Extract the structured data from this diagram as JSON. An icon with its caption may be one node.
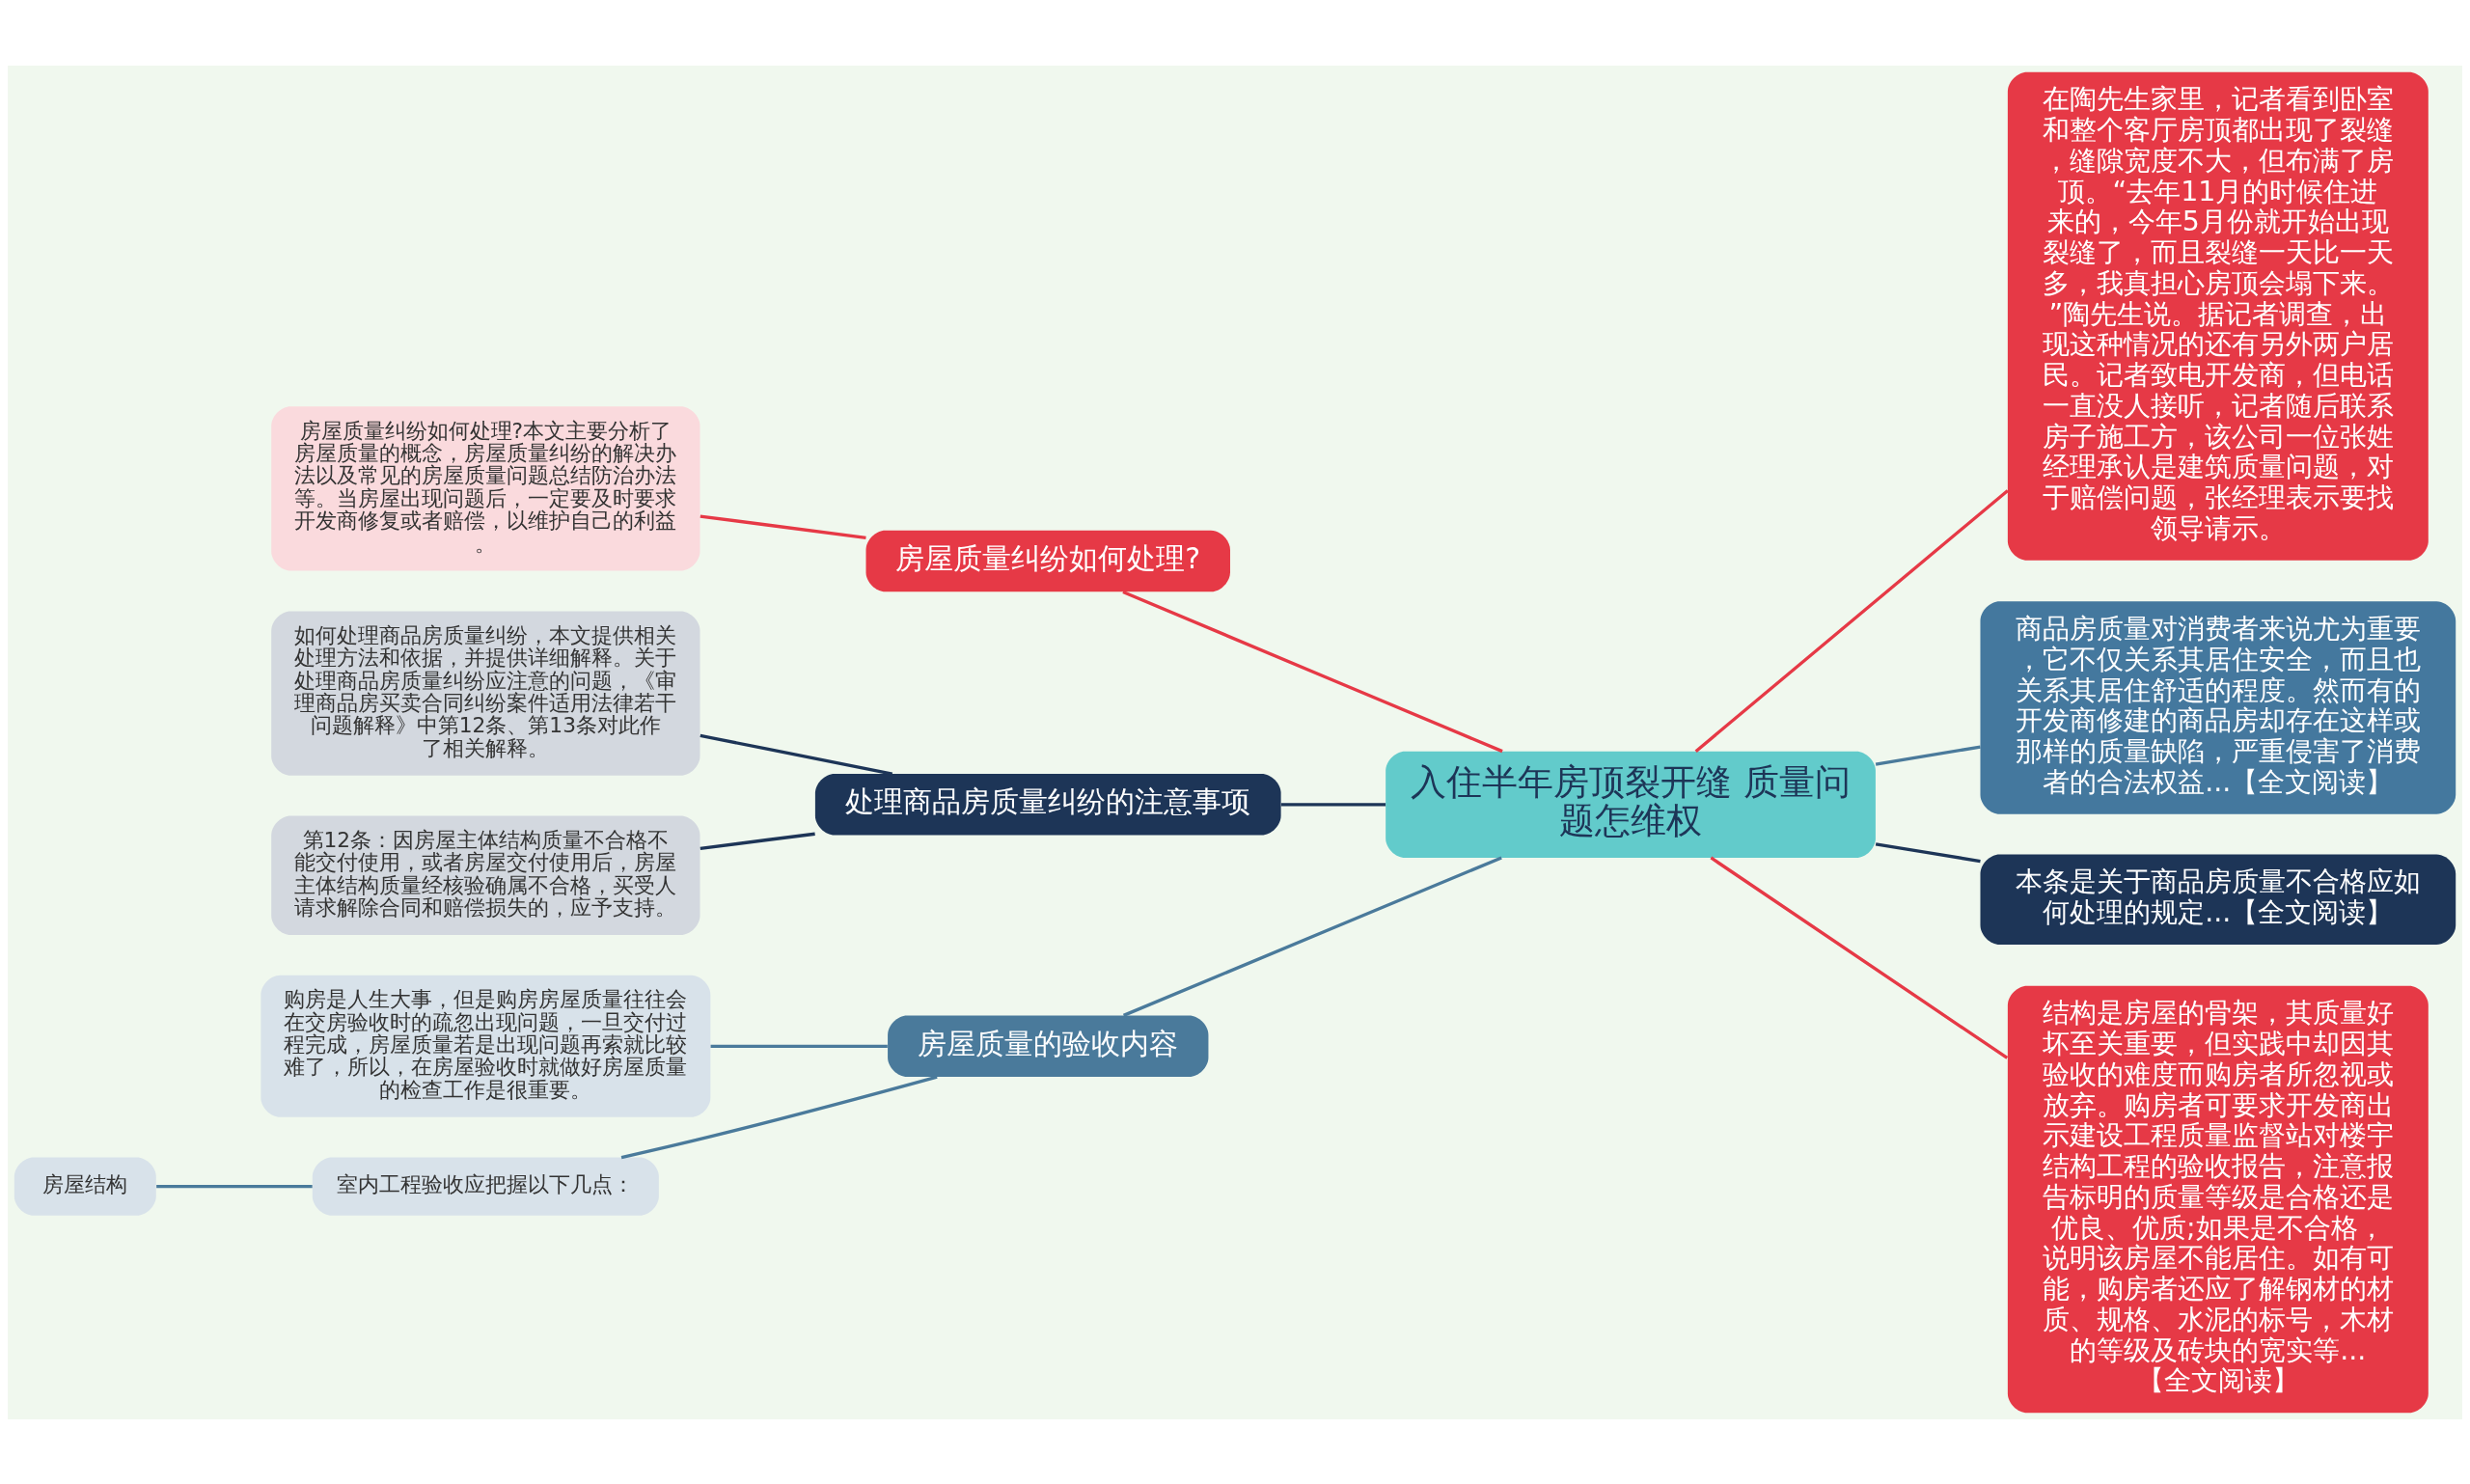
{
  "diagram": {
    "nodes": [
      {
        "text": [
          "入住半年房顶裂开缝 质量问题怎维权"
        ]
      },
      {
        "text": [
          "房屋质量纠纷如何处理?"
        ]
      },
      {
        "text": [
          "房屋质量纠纷如何处理?本文主要分析了房屋质量的概念，房屋质量纠纷的解决办法以及常见的房屋质量问题总结防治办法等。当房屋出现问题后，一定要及时要求开发商修复或者赔偿，以维护自己的利益。"
        ]
      },
      {
        "text": [
          "处理商品房质量纠纷的注意事项"
        ]
      },
      {
        "text": [
          "如何处理商品房质量纠纷，本文提供相关处理方法和依据，并提供详细解释。关于处理商品房质量纠纷应注意的问题，《审理商品房买卖合同纠纷案件适用法律若干问题解释》中第12条、第13条对此作了相关解释。"
        ]
      },
      {
        "text": [
          "第12条：因房屋主体结构质量不合格不能交付使用，或者房屋交付使用后，房屋主体结构质量经核验确属不合格，买受人请求解除合同和赔偿损失的，应予支持。"
        ]
      },
      {
        "text": [
          "房屋质量的验收内容"
        ]
      },
      {
        "text": [
          "购房是人生大事，但是购房房屋质量往往会在交房验收时的疏忽出现问题，一旦交付过程完成，房屋质量若是出现问题再索就比较难了，所以，在房屋验收时就做好房屋质量的检查工作是很重要。"
        ]
      },
      {
        "text": [
          "室内工程验收应把握以下几点："
        ]
      },
      {
        "text": [
          "房屋结构"
        ]
      },
      {
        "text": [
          "在陶先生家里，记者看到卧室和整个客厅房顶都出现了裂缝，缝隙宽度不大，但布满了房顶。“去年11月的时候住进来的，今年5月份就开始出现裂缝了，而且裂缝一天比一天多，我真担心房顶会塌下来。”陶先生说。据记者调查，出现这种情况的还有另外两户居民。记者致电开发商，但电话一直没人接听，记者随后联系房子施工方，该公司一位张姓经理承认是建筑质量问题，对于赔偿问题，张经理表示要找领导请示。"
        ]
      },
      {
        "text": [
          "商品房质量对消费者来说尤为重要，它不仅关系其居住安全，而且也关系其居住舒适的程度。然而有的开发商修建的商品房却存在这样或那样的质量缺陷，严重侵害了消费者的合法权益...【全文阅读】"
        ]
      },
      {
        "text": [
          "本条是关于商品房质量不合格应如何处理的规定...【全文阅读】"
        ]
      },
      {
        "text": [
          "结构是房屋的骨架，其质量好坏至关重要，但实践中却因其验收的难度而购房者所忽视或放弃。购房者可要求开发商出示建设工程质量监督站对楼宇结构工程的验收报告，注意报告标明的质量等级是合格还是优良、优质;如果是不合格，说明该房屋不能居住。如有可能，购房者还应了解钢材的材质、规格、水泥的标号，木材的等级及砖块的宽实等...【全文阅读】"
        ]
      }
    ],
    "edges": [
      {
        "from": 2,
        "to": 1,
        "arrow": "none",
        "color": "#e63946"
      },
      {
        "from": 1,
        "to": 0,
        "arrow": "none",
        "color": "#e63946"
      },
      {
        "from": 4,
        "to": 3,
        "arrow": "none",
        "color": "#1d3557"
      },
      {
        "from": 5,
        "to": 3,
        "arrow": "none",
        "color": "#1d3557"
      },
      {
        "from": 3,
        "to": 0,
        "arrow": "none",
        "color": "#1d3557"
      },
      {
        "from": 7,
        "to": 6,
        "arrow": "none"
      },
      {
        "from": 9,
        "to": 8,
        "arrow": "none"
      },
      {
        "from": 8,
        "to": 6,
        "arrow": "none"
      },
      {
        "from": 6,
        "to": 0,
        "arrow": "none"
      },
      {
        "from": 0,
        "to": 10,
        "arrow": "none",
        "color": "#e63946"
      },
      {
        "from": 0,
        "to": 11,
        "arrow": "none"
      },
      {
        "from": 0,
        "to": 12,
        "arrow": "none",
        "color": "#1d3557"
      },
      {
        "from": 0,
        "to": 13,
        "arrow": "none",
        "color": "#e63946"
      }
    ]
  }
}
